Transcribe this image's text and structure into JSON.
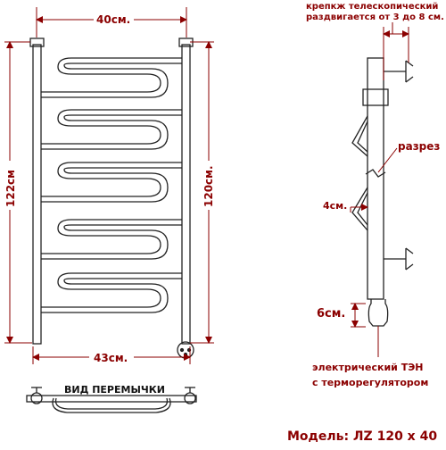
{
  "dimensions": {
    "top_width": "40см.",
    "bottom_width": "43см.",
    "left_height": "122см",
    "right_height": "120см.",
    "offset": "4см.",
    "height_6": "6см."
  },
  "labels": {
    "mount_line1": "крепкж телескопический",
    "mount_line2": "раздвигается от 3 до 8 см.",
    "cut": "разрез",
    "heater_line1": "электрический   ТЭН",
    "heater_line2": "с терморегулятором",
    "jumper_view": "ВИД ПЕРЕМЫЧКИ",
    "model": "Модель: ЛZ 120 х 40"
  },
  "colors": {
    "accent": "#8b0000",
    "line": "#222222",
    "dim_line": "#8b0000"
  }
}
